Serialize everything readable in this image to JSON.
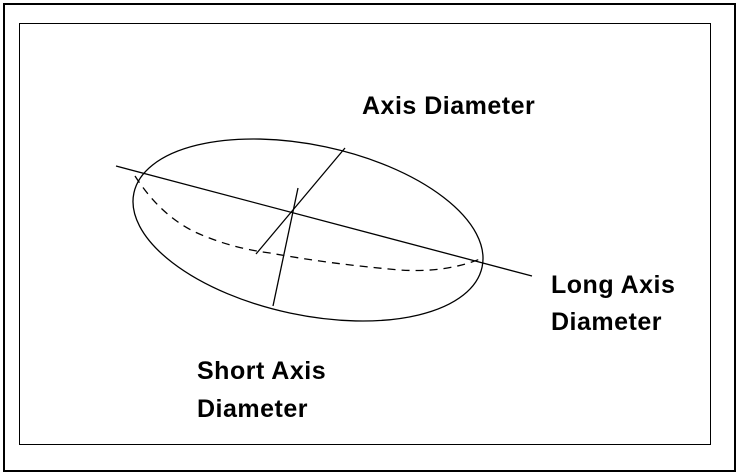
{
  "labels": {
    "axis_diameter": "Axis Diameter",
    "long_axis_line1": "Long Axis",
    "long_axis_line2": "Diameter",
    "short_axis_line1": "Short Axis",
    "short_axis_line2": "Diameter"
  },
  "colors": {
    "stroke": "#000000",
    "background": "#ffffff"
  }
}
